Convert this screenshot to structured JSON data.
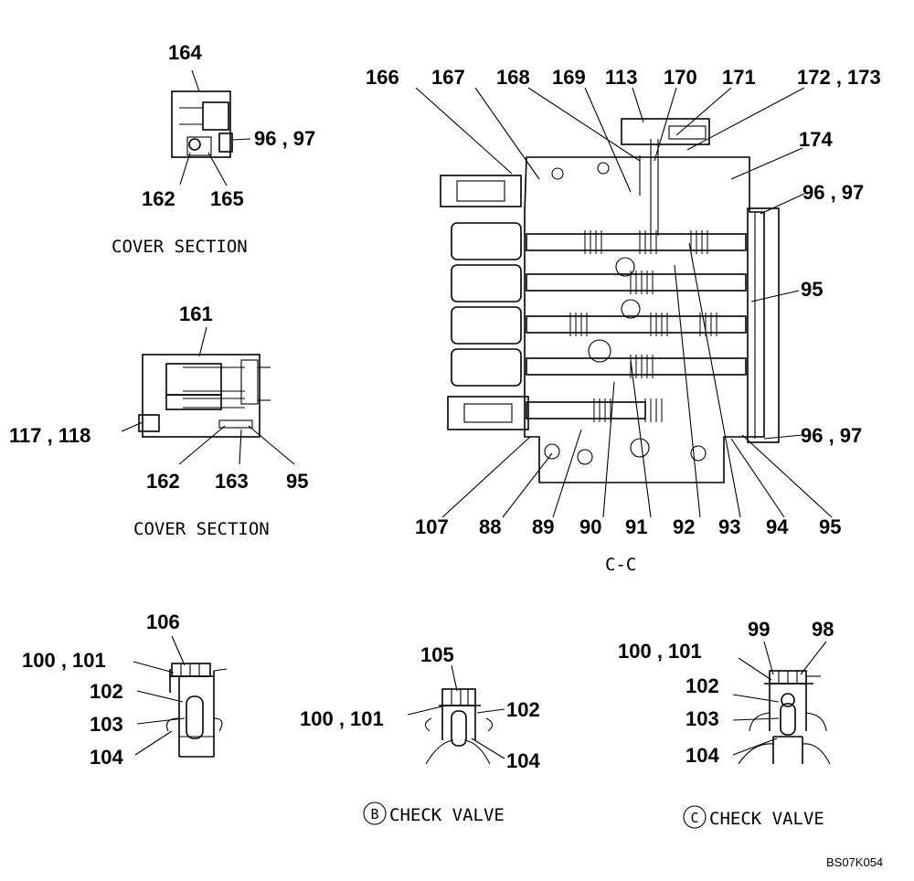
{
  "labels": {
    "cover1": {
      "l164": "164",
      "l9697": "96 , 97",
      "l162": "162",
      "l165": "165",
      "caption": "COVER SECTION"
    },
    "cover2": {
      "l161": "161",
      "l117118": "117 , 118",
      "l162": "162",
      "l163": "163",
      "l95": "95",
      "caption": "COVER SECTION"
    },
    "main": {
      "top": [
        "166",
        "167",
        "168",
        "169",
        "113",
        "170",
        "171",
        "172 , 173"
      ],
      "l174": "174",
      "l9697a": "96 , 97",
      "l95a": "95",
      "l9697b": "96 , 97",
      "bottom": [
        "107",
        "88",
        "89",
        "90",
        "91",
        "92",
        "93",
        "94",
        "95"
      ],
      "caption": "C-C"
    },
    "detailA": {
      "l106": "106",
      "l100101": "100 , 101",
      "l102": "102",
      "l103": "103",
      "l104": "104"
    },
    "detailB": {
      "l105": "105",
      "l100101": "100 , 101",
      "l102": "102",
      "l104": "104",
      "circle": "B",
      "caption": "CHECK VALVE"
    },
    "detailC": {
      "l99": "99",
      "l98": "98",
      "l100101": "100 , 101",
      "l102": "102",
      "l103": "103",
      "l104": "104",
      "circle": "C",
      "caption": "CHECK VALVE"
    },
    "code": "BS07K054"
  }
}
